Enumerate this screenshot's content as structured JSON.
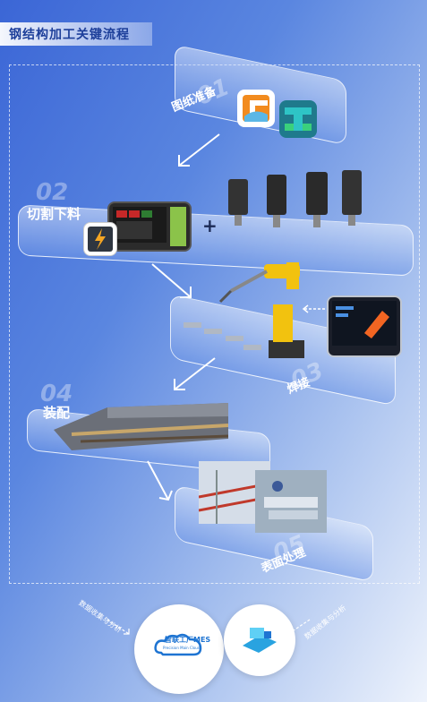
{
  "header": {
    "title": "钢结构加工关键流程"
  },
  "steps": [
    {
      "num": "01",
      "label": "图纸准备"
    },
    {
      "num": "02",
      "label": "切割下料"
    },
    {
      "num": "03",
      "label": "焊接"
    },
    {
      "num": "04",
      "label": "装配"
    },
    {
      "num": "05",
      "label": "表面处理"
    }
  ],
  "cut": {
    "plus": "+"
  },
  "bottom": {
    "left_note": "数据收集与分析",
    "right_note": "数据收集与分析",
    "mes_brand": "智联工厂MES",
    "mes_sub": "Precision Main Cloud"
  },
  "colors": {
    "accent": "#1d3f9a",
    "robot": "#f2c20f"
  }
}
